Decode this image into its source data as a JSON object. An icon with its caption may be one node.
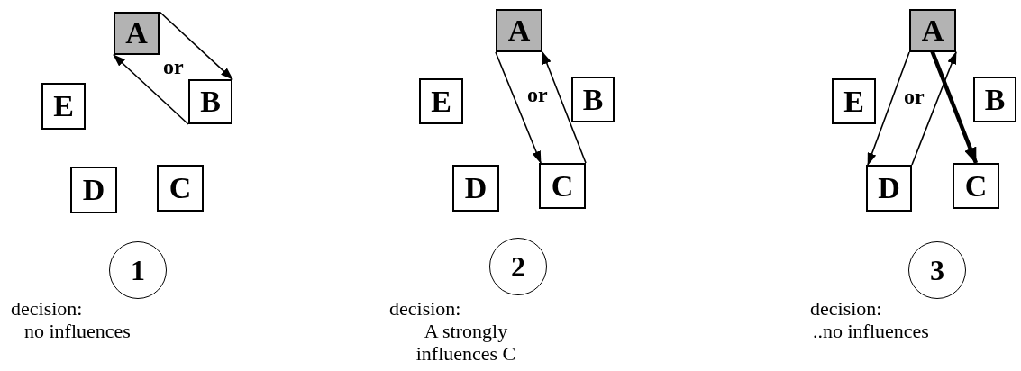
{
  "diagram": {
    "nodes": [
      {
        "text": [
          "A"
        ]
      },
      {
        "text": [
          "B"
        ]
      },
      {
        "text": [
          "C"
        ]
      },
      {
        "text": [
          "D"
        ]
      },
      {
        "text": [
          "E"
        ]
      },
      {
        "text": [
          "1"
        ],
        "beside": [
          "decision:",
          "no influences"
        ]
      },
      {
        "text": [
          "A"
        ]
      },
      {
        "text": [
          "B"
        ]
      },
      {
        "text": [
          "C"
        ]
      },
      {
        "text": [
          "D"
        ]
      },
      {
        "text": [
          "E"
        ]
      },
      {
        "text": [
          "2"
        ],
        "beside": [
          "decision:",
          "A strongly influences C"
        ]
      },
      {
        "text": [
          "A"
        ]
      },
      {
        "text": [
          "B"
        ]
      },
      {
        "text": [
          "C"
        ]
      },
      {
        "text": [
          "D"
        ]
      },
      {
        "text": [
          "E"
        ]
      },
      {
        "text": [
          "3"
        ],
        "beside": [
          "decision:",
          "..no influences"
        ]
      }
    ],
    "edges": [
      {
        "from": 0,
        "to": 1,
        "arrow": "to"
      },
      {
        "from": 1,
        "to": 0,
        "arrow": "to"
      },
      {
        "from": 6,
        "to": 8,
        "arrow": "to"
      },
      {
        "from": 8,
        "to": 6,
        "arrow": "to"
      },
      {
        "from": 12,
        "to": 15,
        "arrow": "to"
      },
      {
        "from": 15,
        "to": 12,
        "arrow": "to"
      },
      {
        "from": 12,
        "to": 14,
        "arrow": "to",
        "style": "thick"
      }
    ],
    "labels": [
      "or",
      "or",
      "or"
    ]
  }
}
